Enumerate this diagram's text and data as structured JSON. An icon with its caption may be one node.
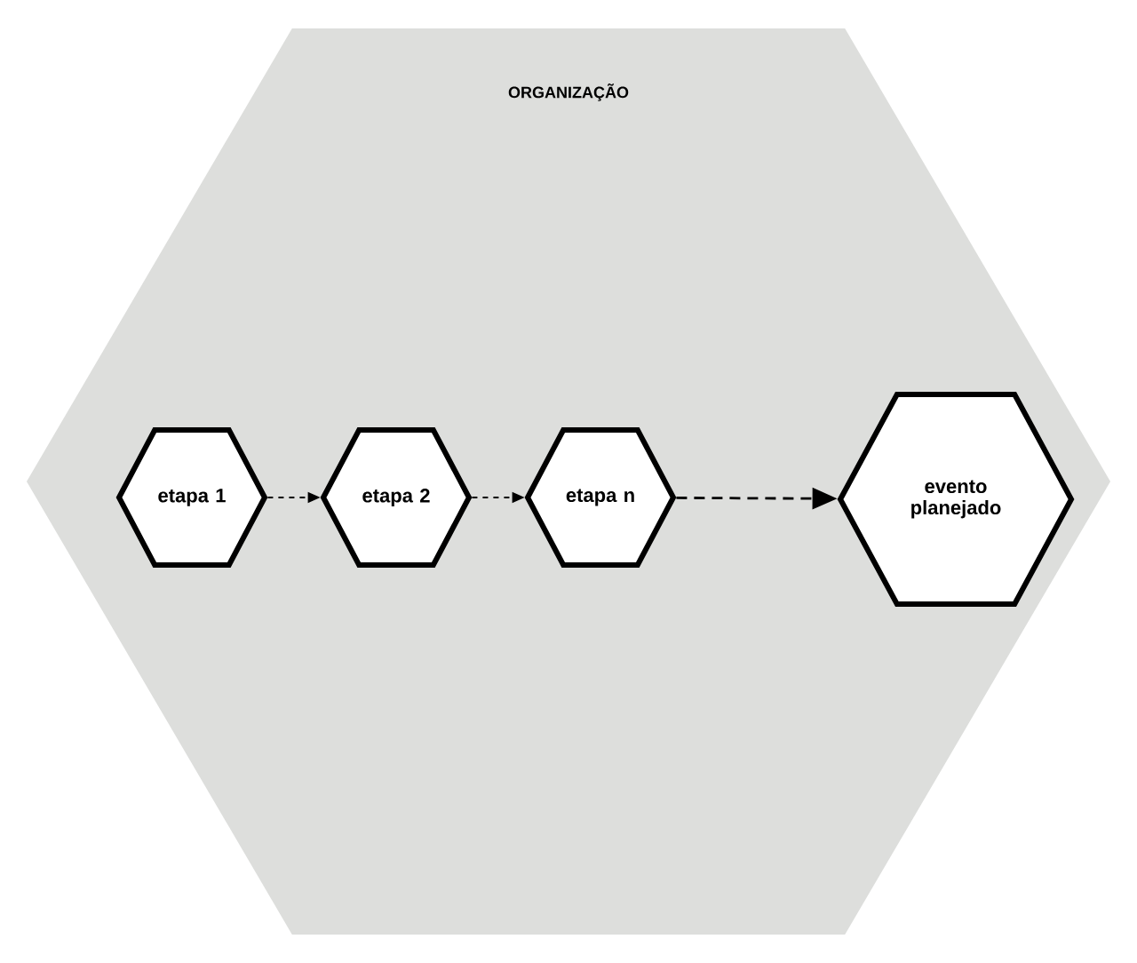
{
  "diagram": {
    "nodes": [
      {
        "text": [
          "ORGANIZAÇÃO"
        ]
      },
      {
        "text": [
          "etapa 1"
        ],
        "in": 0
      },
      {
        "text": [
          "etapa 2"
        ],
        "in": 0
      },
      {
        "text": [
          "etapa n"
        ],
        "in": 0
      },
      {
        "text": [
          "evento planejado"
        ],
        "in": 0
      }
    ],
    "edges": [
      {
        "from": 1,
        "to": 2,
        "arrow": "to",
        "style": "dashed"
      },
      {
        "from": 2,
        "to": 3,
        "arrow": "to",
        "style": "dashed"
      },
      {
        "from": 3,
        "to": 4,
        "arrow": "to",
        "style": "dashed"
      }
    ]
  }
}
